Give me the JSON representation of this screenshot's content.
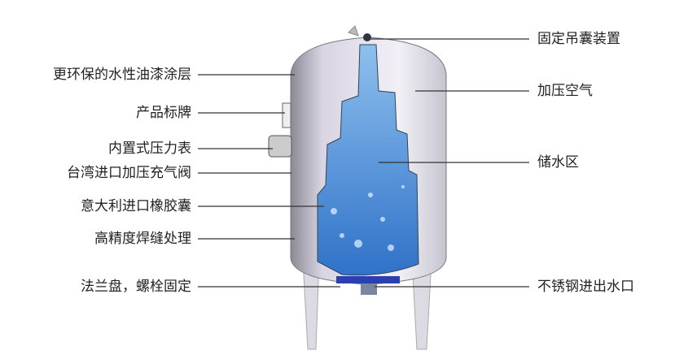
{
  "left_labels": [
    "更环保的水性油漆涂层",
    "产品标牌",
    "内置式压力表",
    "台湾进口加压充气阀",
    "意大利进口橡胶囊",
    "高精度焊缝处理",
    "法兰盘，螺栓固定"
  ],
  "right_labels": [
    "固定吊囊装置",
    "加压空气",
    "储水区",
    "不锈钢进出水口"
  ],
  "colors": {
    "water": "#4a8fd8",
    "shell": "#c9c9d6",
    "flange": "#2a3fb0"
  }
}
